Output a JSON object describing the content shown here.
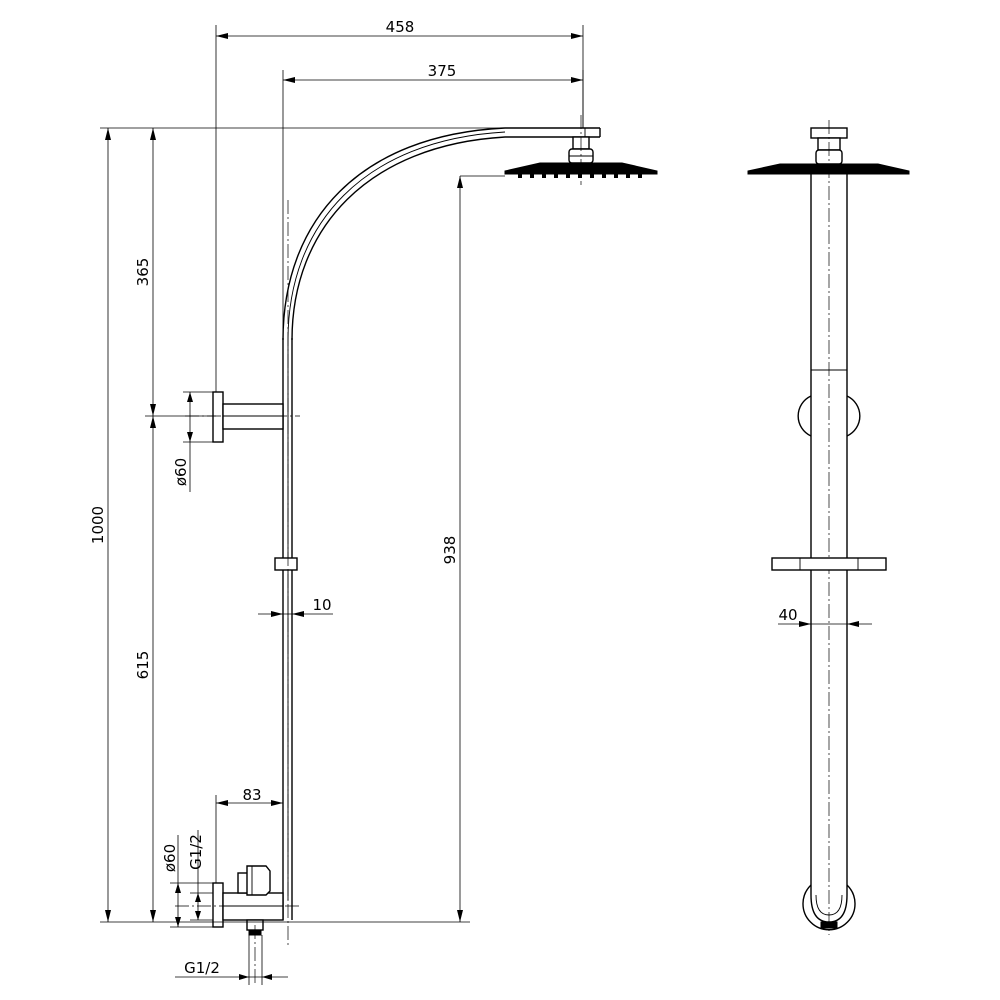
{
  "drawing": {
    "colors": {
      "line": "#000000",
      "background": "#ffffff"
    },
    "dimensions": {
      "overall_reach": "458",
      "arm_reach": "375",
      "total_height": "1000",
      "upper_section": "365",
      "lower_section": "615",
      "head_height": "938",
      "wall_bracket_diameter": "ø60",
      "tube_thickness": "10",
      "valve_offset": "83",
      "valve_flange_diameter": "ø60",
      "valve_inlet_thread": "G1/2",
      "outlet_thread": "G1/2",
      "side_tube_width": "40"
    }
  }
}
